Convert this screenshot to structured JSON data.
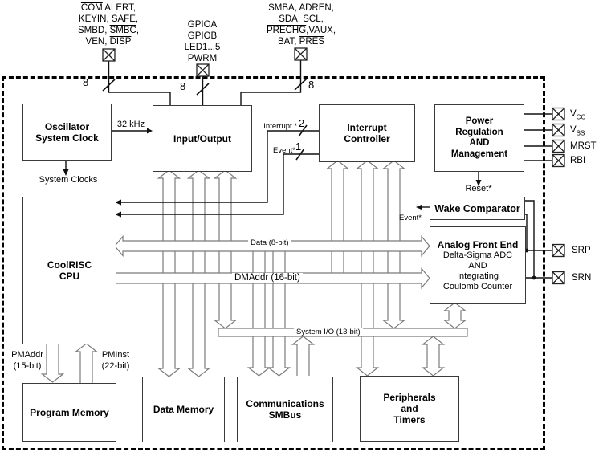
{
  "top_pin_groups": [
    {
      "bus_width": "8",
      "lines": [
        [
          {
            "t": "COM"
          },
          {
            "t": " ALERT,"
          }
        ],
        [
          {
            "t": "KEYIN"
          },
          {
            "t": ", SAFE,"
          }
        ],
        [
          {
            "t": "SMBD, "
          },
          {
            "t": "SMBC"
          },
          {
            "t": ","
          }
        ],
        [
          {
            "t": "VEN, "
          },
          {
            "t": "DISP"
          }
        ]
      ]
    },
    {
      "bus_width": "8",
      "lines": [
        [
          {
            "t": "GPIOA"
          }
        ],
        [
          {
            "t": "GPIOB"
          }
        ],
        [
          {
            "t": "LED1...5"
          }
        ],
        [
          {
            "t": "PWRM"
          }
        ]
      ]
    },
    {
      "bus_width": "8",
      "lines": [
        [
          {
            "t": "SMBA, ADREN,"
          }
        ],
        [
          {
            "t": "SDA, SCL,"
          }
        ],
        [
          {
            "t": "PRECHG"
          },
          {
            "t": ",VAUX,"
          }
        ],
        [
          {
            "t": "BAT, "
          },
          {
            "t": "PRES"
          }
        ]
      ]
    }
  ],
  "blocks": {
    "oscillator": {
      "lines": [
        "Oscillator",
        "System Clock"
      ]
    },
    "io": {
      "lines": [
        "Input/Output"
      ]
    },
    "interrupt": {
      "lines": [
        "Interrupt",
        "Controller"
      ]
    },
    "power": {
      "lines": [
        "Power",
        "Regulation",
        "AND",
        "Management"
      ]
    },
    "wake": {
      "lines": [
        "Wake Comparator"
      ]
    },
    "afe": {
      "title": "Analog Front End",
      "lines": [
        "Delta-Sigma ADC",
        "AND",
        "Integrating",
        "Coulomb Counter"
      ]
    },
    "cpu": {
      "lines": [
        "CoolRISC",
        "CPU"
      ]
    },
    "program_memory": {
      "lines": [
        "Program Memory"
      ]
    },
    "data_memory": {
      "lines": [
        "Data Memory"
      ]
    },
    "communications": {
      "lines": [
        "Communications",
        "SMBus"
      ]
    },
    "peripherals": {
      "lines": [
        "Peripherals",
        "and",
        "Timers"
      ]
    }
  },
  "signals": {
    "clock_32khz": "32 kHz",
    "system_clocks": "System Clocks",
    "interrupt": {
      "label": "Interrupt *",
      "width": "2"
    },
    "event_in": {
      "label": "Event*",
      "width": "1"
    },
    "reset": "Reset*",
    "wake_event": "Event*"
  },
  "buses": {
    "data": "Data (8-bit)",
    "dmaddr": "DMAddr (16-bit)",
    "system_io": "System I/O (13-bit)",
    "pmaddr": {
      "lines": [
        "PMAddr",
        "(15-bit)"
      ]
    },
    "pminst": {
      "lines": [
        "PMInst",
        "(22-bit)"
      ]
    }
  },
  "right_pins": [
    {
      "base": "V",
      "sub": "CC"
    },
    {
      "base": "V",
      "sub": "SS"
    },
    {
      "base": "MRST",
      "sub": ""
    },
    {
      "base": "RBI",
      "sub": ""
    }
  ],
  "analog_pins": [
    "SRP",
    "SRN"
  ]
}
